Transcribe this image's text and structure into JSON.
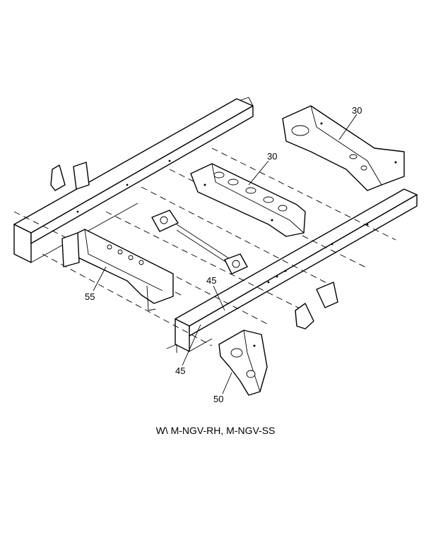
{
  "callouts": {
    "c30_upper": "30",
    "c30_mid": "30",
    "c55": "55",
    "c45_mid": "45",
    "c45_low": "45",
    "c50": "50"
  },
  "caption": "W\\ M-NGV-RH, M-NGV-SS"
}
